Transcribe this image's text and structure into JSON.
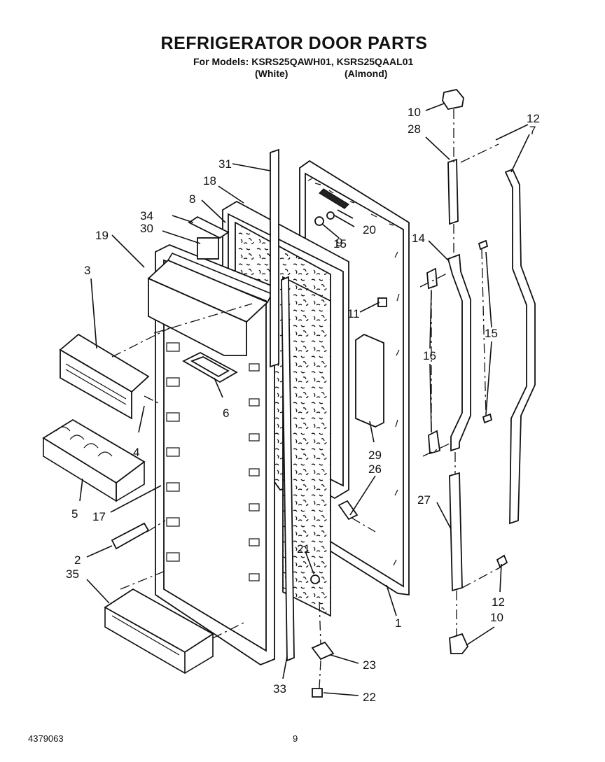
{
  "header": {
    "title": "REFRIGERATOR DOOR PARTS",
    "models_line": "For Models: KSRS25QAWH01, KSRS25QAAL01",
    "color_white": "(White)",
    "color_almond": "(Almond)"
  },
  "callouts": {
    "c1": "1",
    "c2": "2",
    "c3": "3",
    "c4": "4",
    "c5": "5",
    "c6": "6",
    "c7": "7",
    "c8": "8",
    "c9": "9",
    "c10a": "10",
    "c10b": "10",
    "c11": "11",
    "c12a": "12",
    "c12b": "12",
    "c14": "14",
    "c15a": "15",
    "c15b": "15",
    "c16": "16",
    "c17": "17",
    "c18": "18",
    "c19": "19",
    "c20": "20",
    "c21": "21",
    "c22": "22",
    "c23": "23",
    "c26": "26",
    "c27": "27",
    "c28": "28",
    "c29": "29",
    "c30": "30",
    "c31": "31",
    "c33": "33",
    "c34": "34",
    "c35": "35"
  },
  "footer": {
    "doc_number": "4379063",
    "page_number": "9"
  }
}
